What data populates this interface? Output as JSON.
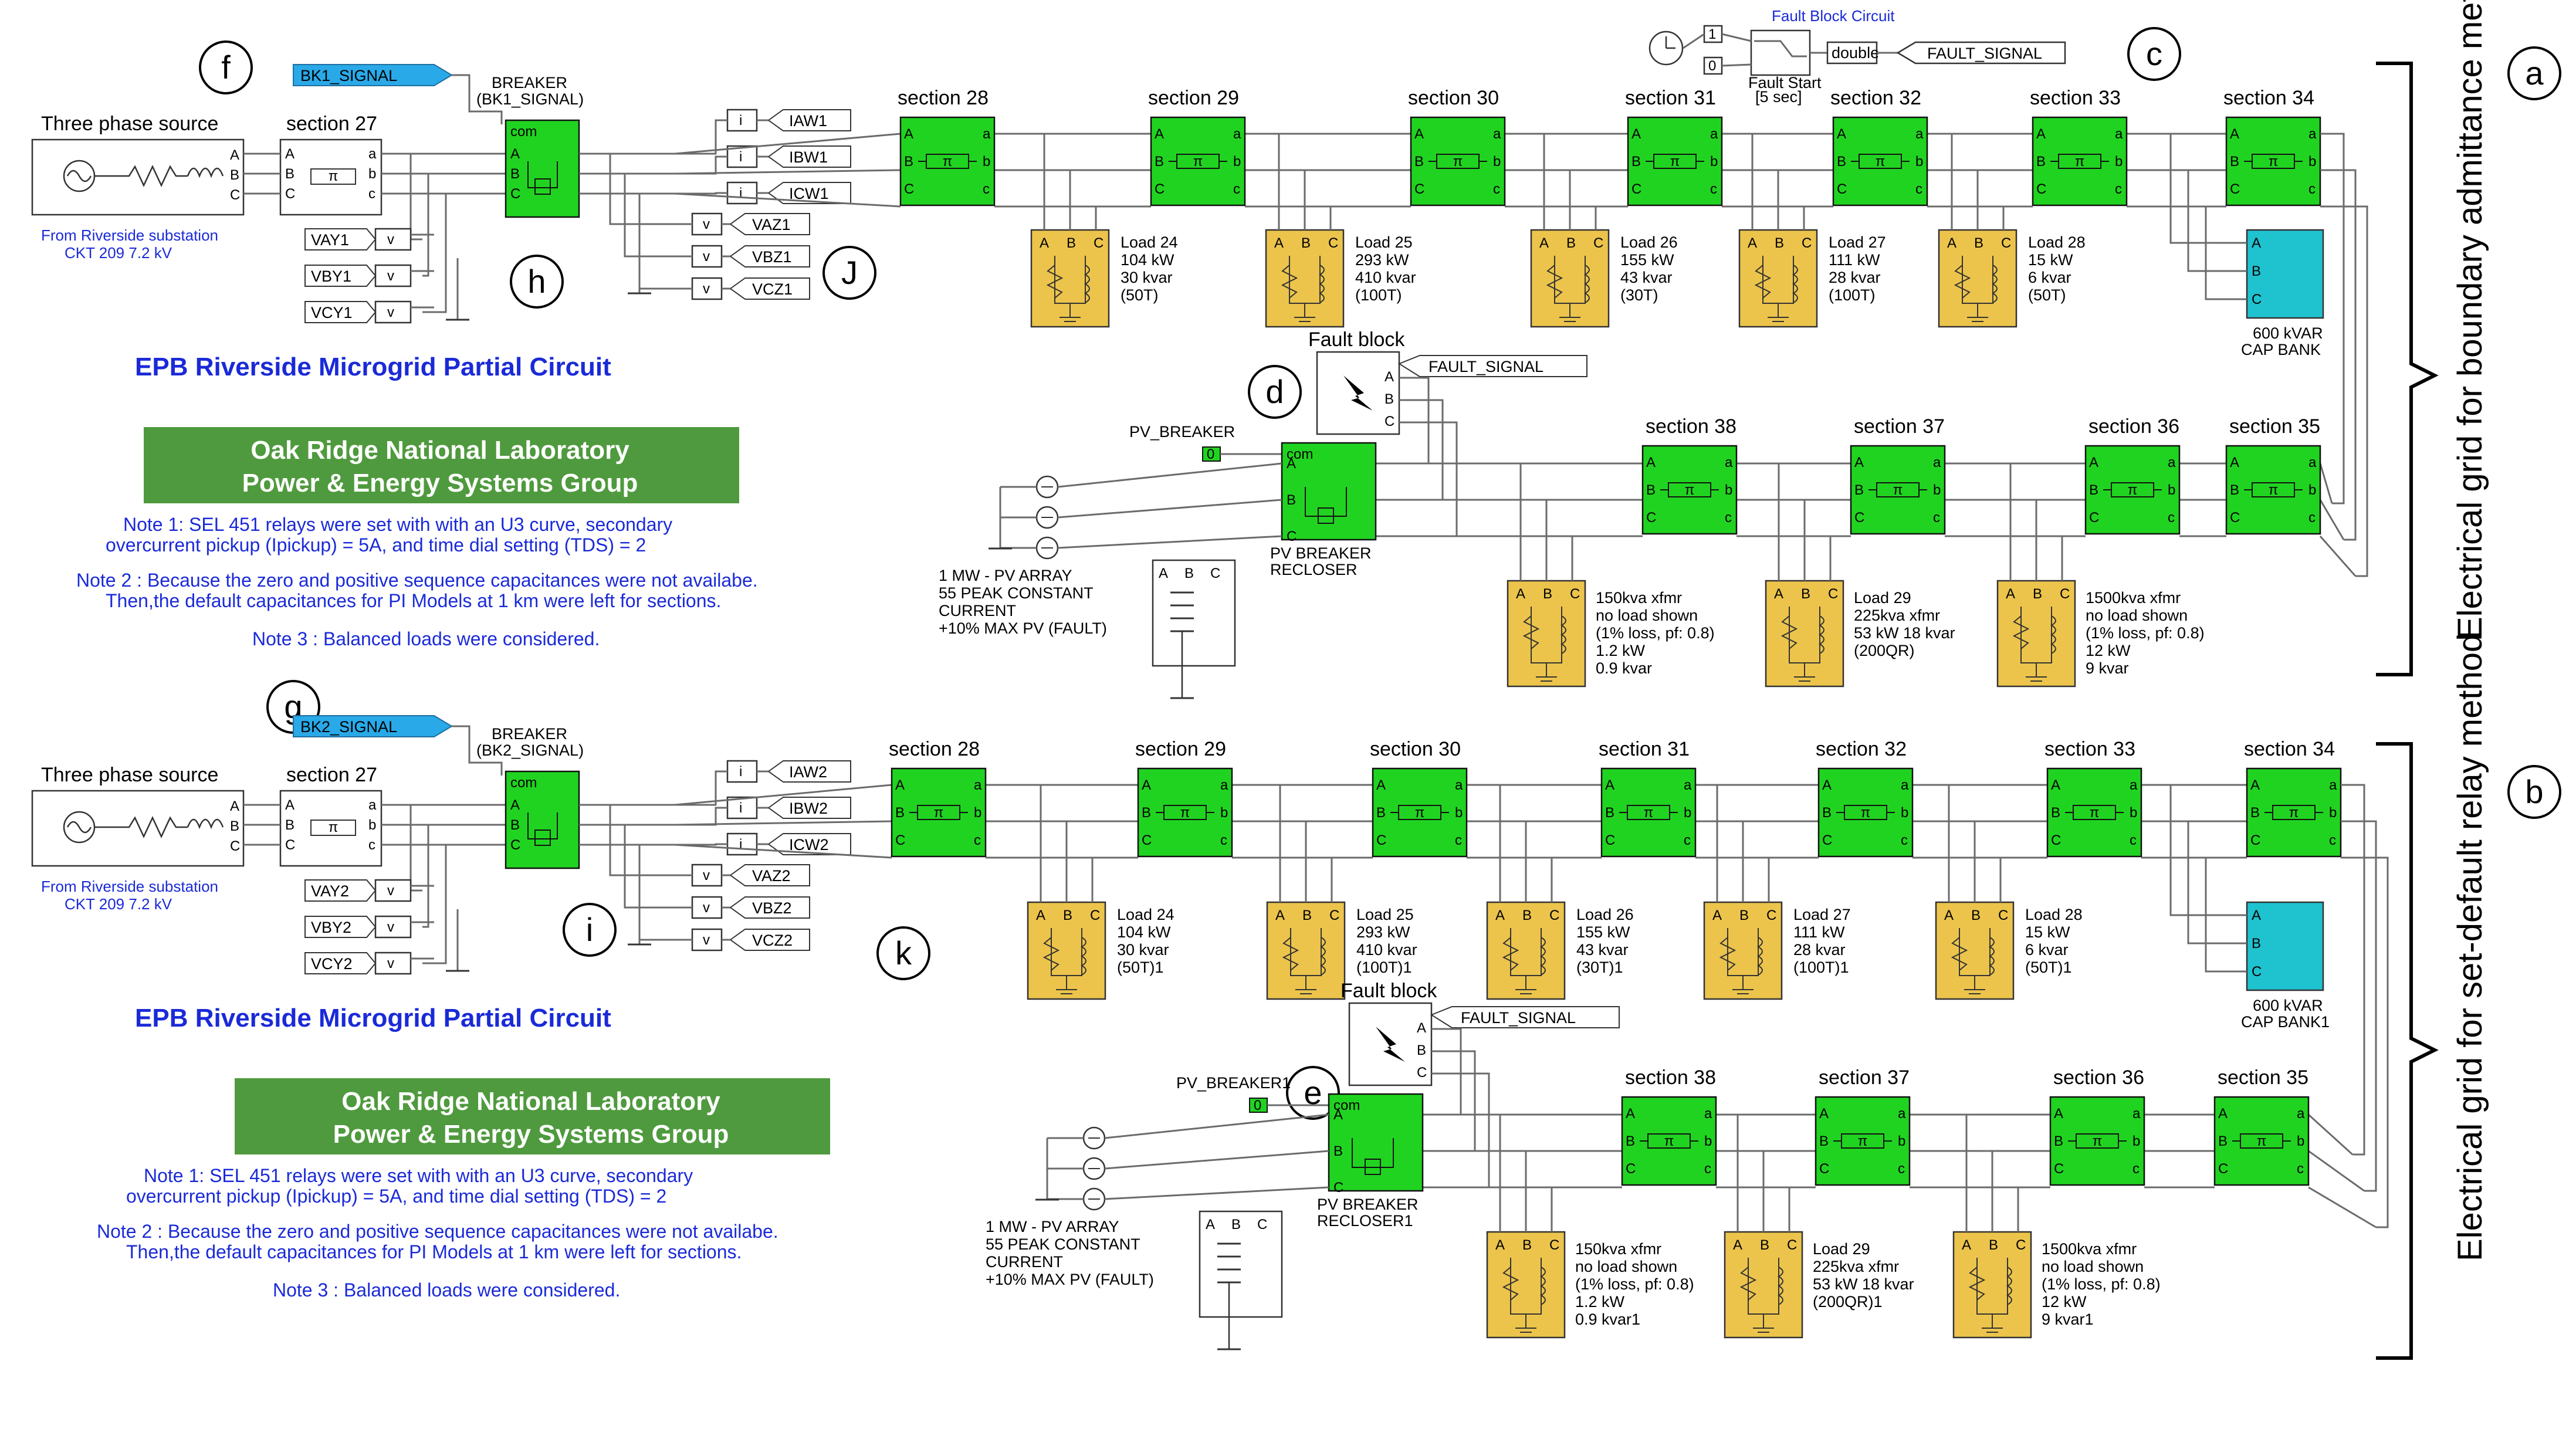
{
  "labels": {
    "fault_block_circuit": "Fault Block Circuit",
    "fault_signal": "FAULT_SIGNAL",
    "fault_start": "Fault Start",
    "fault_start_time": "[5 sec]",
    "double": "double",
    "const_1": "1",
    "const_0": "0",
    "side_a": "Electrical grid for boundary admittance method",
    "side_b": "Electrical grid for set-default relay method"
  },
  "circles": [
    "a",
    "b",
    "c",
    "d",
    "e",
    "f",
    "g",
    "h",
    "i",
    "J",
    "k"
  ],
  "top": {
    "source_title": "Three phase source",
    "source_note1": "From Riverside substation",
    "source_note2": "CKT 209    7.2 kV",
    "section27": "section 27",
    "signal": "BK1_SIGNAL",
    "breaker_title1": "BREAKER",
    "breaker_title2": "(BK1_SIGNAL)",
    "currents": [
      "IAW1",
      "IBW1",
      "ICW1"
    ],
    "vy": [
      "VAY1",
      "VBY1",
      "VCY1"
    ],
    "vz": [
      "VAZ1",
      "VBZ1",
      "VCZ1"
    ],
    "title": "EPB Riverside Microgrid Partial Circuit",
    "org1": "Oak Ridge National Laboratory",
    "org2": "Power & Energy Systems Group",
    "notes": [
      "Note 1: SEL 451 relays were set with with an U3 curve, secondary",
      "overcurrent pickup (Ipickup) = 5A, and time dial  setting (TDS) = 2",
      "Note 2 : Because the zero and positive sequence capacitances were not availabe.",
      "Then,the default capacitances for PI Models at 1 km were left for sections.",
      "Note 3 : Balanced loads were considered."
    ],
    "sections_top": [
      "section 28",
      "section 29",
      "section 30",
      "section 31",
      "section 32",
      "section 33",
      "section 34"
    ],
    "loads": [
      [
        "Load 24",
        "104 kW",
        "30 kvar",
        "(50T)"
      ],
      [
        "Load 25",
        "293 kW",
        "410 kvar",
        "(100T)"
      ],
      [
        "Load 26",
        "155 kW",
        "43 kvar",
        "(30T)"
      ],
      [
        "Load 27",
        "111 kW",
        "28 kvar",
        "(100T)"
      ],
      [
        "Load 28",
        "15 kW",
        "6 kvar",
        "(50T)"
      ]
    ],
    "cap": [
      "600 kVAR",
      "CAP BANK"
    ],
    "fault_block": "Fault block",
    "pv_breaker": "PV_BREAKER",
    "pv_array": [
      "1 MW - PV ARRAY",
      "55 PEAK CONSTANT",
      "CURRENT",
      "+10% MAX PV (FAULT)"
    ],
    "recloser": [
      "PV BREAKER",
      "RECLOSER"
    ],
    "sections_bottom": [
      "section 38",
      "section 37",
      "section 36",
      "section 35"
    ],
    "xfmrs": [
      [
        "150kva xfmr",
        "no load shown",
        "(1% loss, pf: 0.8)",
        "1.2 kW",
        "0.9 kvar"
      ],
      [
        "Load 29",
        "225kva xfmr",
        "53 kW 18 kvar",
        "(200QR)"
      ],
      [
        "1500kva xfmr",
        "no load shown",
        "(1% loss, pf: 0.8)",
        "12 kW",
        "9 kvar"
      ]
    ]
  },
  "bottom": {
    "source_title": "Three phase source",
    "source_note1": "From Riverside substation",
    "source_note2": "CKT 209    7.2 kV",
    "section27": "section 27",
    "signal": "BK2_SIGNAL",
    "breaker_title1": "BREAKER",
    "breaker_title2": "(BK2_SIGNAL)",
    "currents": [
      "IAW2",
      "IBW2",
      "ICW2"
    ],
    "vy": [
      "VAY2",
      "VBY2",
      "VCY2"
    ],
    "vz": [
      "VAZ2",
      "VBZ2",
      "VCZ2"
    ],
    "title": "EPB Riverside Microgrid Partial Circuit",
    "org1": "Oak Ridge National Laboratory",
    "org2": "Power & Energy Systems Group",
    "notes": [
      "Note 1: SEL 451 relays were set with with an U3 curve, secondary",
      "overcurrent pickup (Ipickup) = 5A, and time dial  setting (TDS) = 2",
      "Note 2 : Because the zero and positive sequence capacitances were not availabe.",
      "Then,the default capacitances for PI Models at 1 km were left for sections.",
      "Note 3 : Balanced loads were considered."
    ],
    "sections_top": [
      "section 28",
      "section 29",
      "section 30",
      "section 31",
      "section 32",
      "section 33",
      "section 34"
    ],
    "loads": [
      [
        "Load 24",
        "104 kW",
        "30 kvar",
        "(50T)1"
      ],
      [
        "Load 25",
        "293 kW",
        "410 kvar",
        "(100T)1"
      ],
      [
        "Load 26",
        "155 kW",
        "43 kvar",
        "(30T)1"
      ],
      [
        "Load 27",
        "111 kW",
        "28 kvar",
        "(100T)1"
      ],
      [
        "Load 28",
        "15 kW",
        "6 kvar",
        "(50T)1"
      ]
    ],
    "cap": [
      "600 kVAR",
      "CAP BANK1"
    ],
    "fault_block": "Fault block",
    "pv_breaker": "PV_BREAKER1",
    "pv_array": [
      "1 MW - PV ARRAY",
      "55 PEAK CONSTANT",
      "CURRENT",
      "+10% MAX PV (FAULT)"
    ],
    "recloser": [
      "PV BREAKER",
      "RECLOSER1"
    ],
    "sections_bottom": [
      "section 38",
      "section 37",
      "section 36",
      "section 35"
    ],
    "xfmrs": [
      [
        "150kva xfmr",
        "no load shown",
        "(1% loss, pf: 0.8)",
        "1.2 kW",
        "0.9 kvar1"
      ],
      [
        "Load 29",
        "225kva xfmr",
        "53 kW 18 kvar",
        "(200QR)1"
      ],
      [
        "1500kva xfmr",
        "no load shown",
        "(1% loss, pf: 0.8)",
        "12 kW",
        "9 kvar1"
      ]
    ]
  }
}
